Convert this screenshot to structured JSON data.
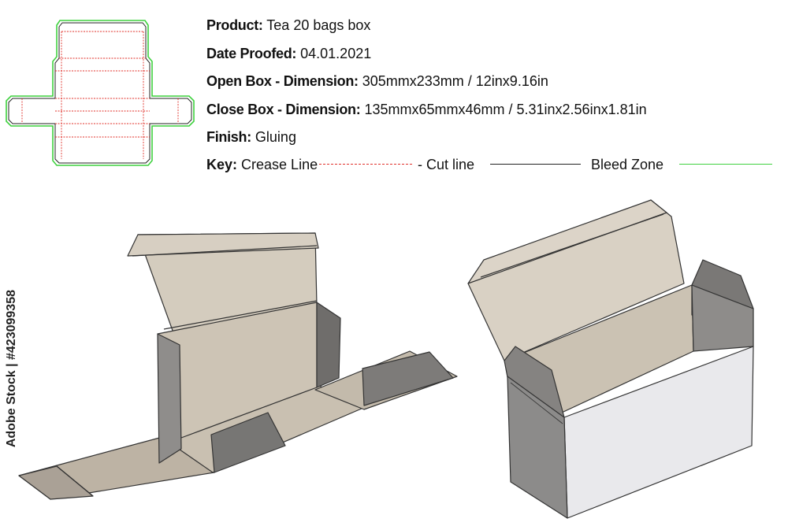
{
  "specs": {
    "product": {
      "label": "Product:",
      "value": "Tea 20 bags box"
    },
    "date_proofed": {
      "label": "Date Proofed:",
      "value": "04.01.2021"
    },
    "open_box": {
      "label": "Open Box - Dimension:",
      "value": "305mmx233mm / 12inx9.16in"
    },
    "close_box": {
      "label": "Close Box - Dimension:",
      "value": "135mmx65mmx46mm / 5.31inx2.56inx1.81in"
    },
    "finish": {
      "label": "Finish:",
      "value": "Gluing"
    }
  },
  "key": {
    "label": "Key:",
    "crease": "Crease Line",
    "cut": "- Cut line",
    "bleed": "Bleed Zone"
  },
  "colors": {
    "crease": "#e0302a",
    "cut": "#222222",
    "bleed": "#3fd13f",
    "board_light": "#cfc6b8",
    "board_mid": "#9e9890",
    "board_dark": "#7c7a78",
    "box_white": "#e9e9ec"
  },
  "credit": "Adobe Stock | #423099358"
}
